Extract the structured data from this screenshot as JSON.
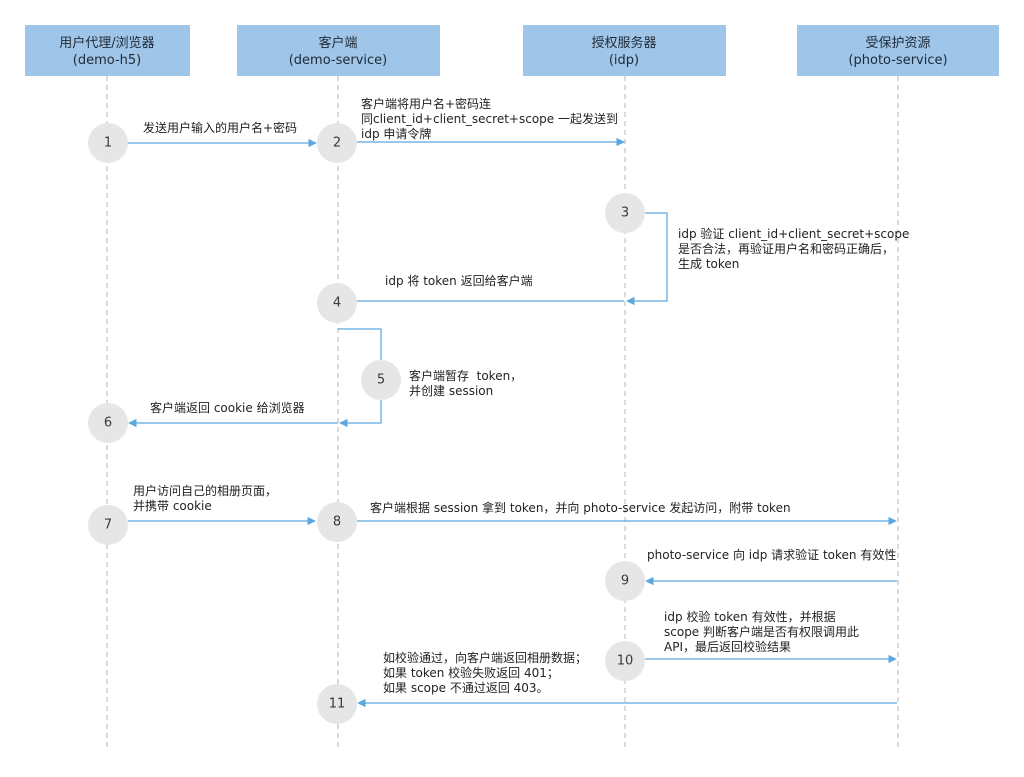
{
  "participants": [
    {
      "name": "用户代理/浏览器",
      "id": "(demo-h5)"
    },
    {
      "name": "客户端",
      "id": "(demo-service)"
    },
    {
      "name": "授权服务器",
      "id": "(idp)"
    },
    {
      "name": "受保护资源",
      "id": "(photo-service)"
    }
  ],
  "steps": [
    "1",
    "2",
    "3",
    "4",
    "5",
    "6",
    "7",
    "8",
    "9",
    "10",
    "11"
  ],
  "messages": [
    {
      "lines": [
        "发送用户输入的用户名+密码"
      ]
    },
    {
      "lines": [
        "客户端将用户名+密码连",
        "同client_id+client_secret+scope 一起发送到",
        "idp 申请令牌"
      ]
    },
    {
      "lines": [
        "idp 验证 client_id+client_secret+scope",
        "是否合法，再验证用户名和密码正确后，",
        "生成 token"
      ]
    },
    {
      "lines": [
        "idp 将 token 返回给客户端"
      ]
    },
    {
      "lines": [
        "客户端暂存  token，",
        "并创建 session"
      ]
    },
    {
      "lines": [
        "客户端返回 cookie 给浏览器"
      ]
    },
    {
      "lines": [
        "用户访问自己的相册页面，",
        "并携带 cookie"
      ]
    },
    {
      "lines": [
        "客户端根据 session 拿到 token，并向 photo-service 发起访问，附带 token"
      ]
    },
    {
      "lines": [
        "photo-service 向 idp 请求验证 token 有效性"
      ]
    },
    {
      "lines": [
        "idp 校验 token 有效性，并根据",
        "scope 判断客户端是否有权限调用此",
        "API，最后返回校验结果"
      ]
    },
    {
      "lines": [
        "如校验通过，向客户端返回相册数据；",
        "如果 token 校验失败返回 401；",
        "如果 scope 不通过返回 403。"
      ]
    }
  ],
  "colors": {
    "header_fill": "#9fc5e8",
    "arrow": "#5ba7e0",
    "step_fill": "#e6e6e6"
  }
}
